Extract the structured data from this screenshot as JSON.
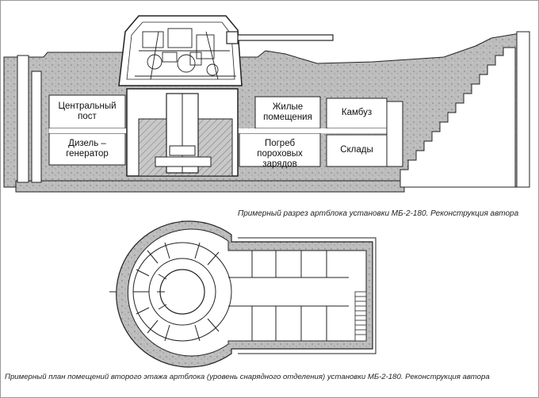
{
  "section": {
    "labels": {
      "central_post": "Центральный\nпост",
      "diesel_generator": "Дизель –\nгенератор",
      "living_quarters": "Жилые\nпомещения",
      "galley": "Камбуз",
      "powder_magazine": "Погреб\nпороховых зарядов",
      "storage": "Склады"
    },
    "caption": "Примерный разрез артблока установки МБ-2-180. Реконструкция автора"
  },
  "plan": {
    "caption": "Примерный план помещений второго этажа артблока (уровень снарядного отделения) установки МБ-2-180. Реконструкция автора"
  },
  "colors": {
    "concrete": "#bdbdbd",
    "line": "#222222",
    "room": "#ffffff"
  }
}
